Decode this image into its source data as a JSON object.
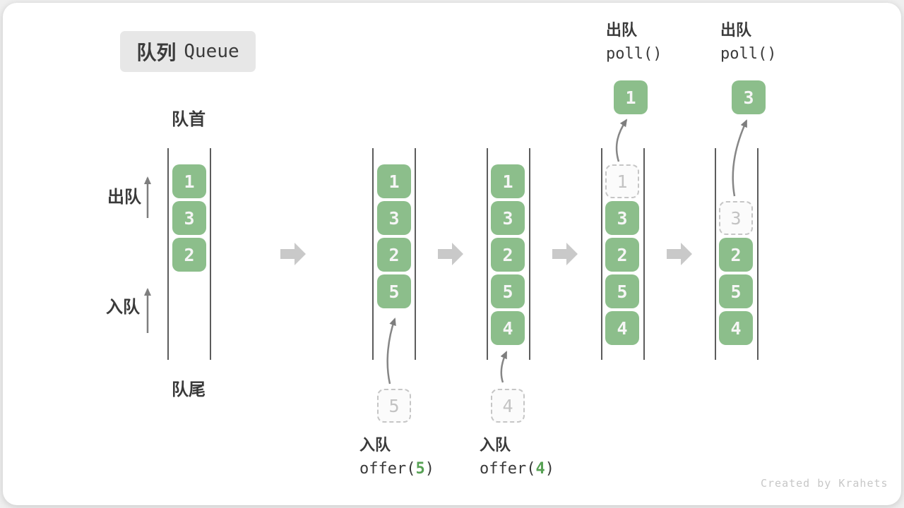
{
  "title": {
    "zh": "队列",
    "en": "Queue"
  },
  "labels": {
    "front": "队首",
    "rear": "队尾",
    "dequeue": "出队",
    "enqueue": "入队"
  },
  "columns": [
    {
      "cells": [
        {
          "value": "1",
          "state": "filled"
        },
        {
          "value": "3",
          "state": "filled"
        },
        {
          "value": "2",
          "state": "filled"
        }
      ]
    },
    {
      "cells": [
        {
          "value": "1",
          "state": "filled"
        },
        {
          "value": "3",
          "state": "filled"
        },
        {
          "value": "2",
          "state": "filled"
        },
        {
          "value": "5",
          "state": "filled"
        }
      ],
      "pending": {
        "value": "5"
      },
      "op": {
        "label": "入队",
        "code_pre": "offer(",
        "arg": "5",
        "code_post": ")"
      }
    },
    {
      "cells": [
        {
          "value": "1",
          "state": "filled"
        },
        {
          "value": "3",
          "state": "filled"
        },
        {
          "value": "2",
          "state": "filled"
        },
        {
          "value": "5",
          "state": "filled"
        },
        {
          "value": "4",
          "state": "filled"
        }
      ],
      "pending": {
        "value": "4"
      },
      "op": {
        "label": "入队",
        "code_pre": "offer(",
        "arg": "4",
        "code_post": ")"
      }
    },
    {
      "cells": [
        {
          "value": "1",
          "state": "dashed"
        },
        {
          "value": "3",
          "state": "filled"
        },
        {
          "value": "2",
          "state": "filled"
        },
        {
          "value": "5",
          "state": "filled"
        },
        {
          "value": "4",
          "state": "filled"
        }
      ],
      "popped": {
        "value": "1"
      },
      "op": {
        "label": "出队",
        "code": "poll()"
      }
    },
    {
      "cells": [
        {
          "value": "3",
          "state": "dashed"
        },
        {
          "value": "2",
          "state": "filled"
        },
        {
          "value": "5",
          "state": "filled"
        },
        {
          "value": "4",
          "state": "filled"
        }
      ],
      "popped": {
        "value": "3"
      },
      "op": {
        "label": "出队",
        "code": "poll()"
      }
    }
  ],
  "watermark": "Created by Krahets",
  "colors": {
    "box_green": "#8cbe8b",
    "code_green": "#57a154"
  }
}
